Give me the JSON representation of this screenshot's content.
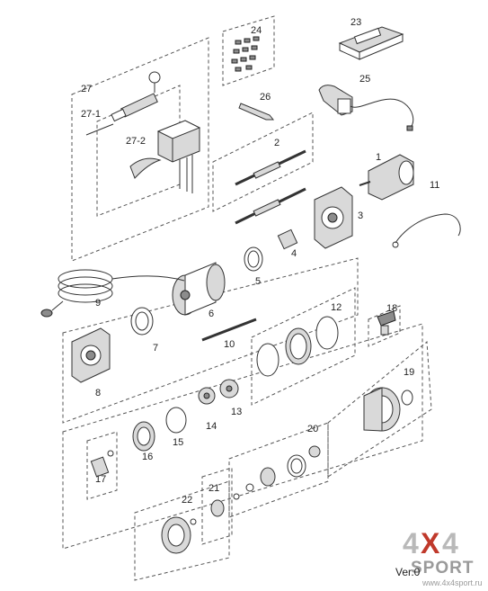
{
  "labels": {
    "p1": "1",
    "p2": "2",
    "p3": "3",
    "p4": "4",
    "p5": "5",
    "p6": "6",
    "p7": "7",
    "p8": "8",
    "p9": "9",
    "p10": "10",
    "p11": "11",
    "p12": "12",
    "p13": "13",
    "p14": "14",
    "p15": "15",
    "p16": "16",
    "p17": "17",
    "p18": "18",
    "p19": "19",
    "p20": "20",
    "p21": "21",
    "p22": "22",
    "p23": "23",
    "p24": "24",
    "p25": "25",
    "p26": "26",
    "p27": "27",
    "p27_1": "27-1",
    "p27_2": "27-2"
  },
  "version": "Ver.0",
  "watermark": {
    "logo_four_a": "4",
    "logo_x": "X",
    "logo_four_b": "4",
    "logo_sport": "SPORT",
    "url": "www.4x4sport.ru"
  },
  "colors": {
    "logo_accent": "#c0392b",
    "logo_grey": "#b9b9b9"
  }
}
